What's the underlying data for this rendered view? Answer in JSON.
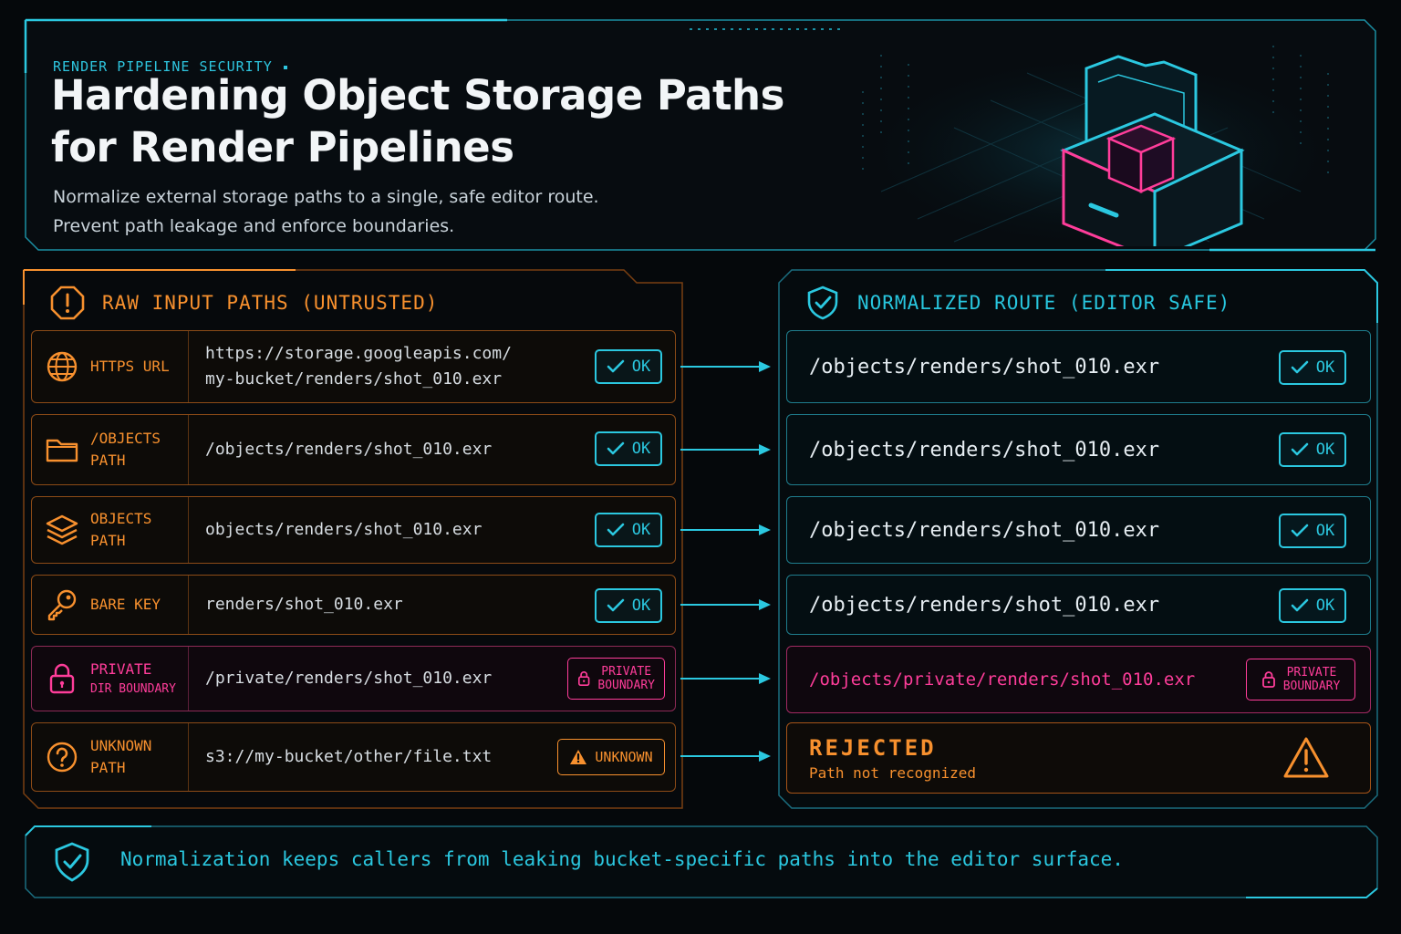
{
  "header": {
    "kicker": "RENDER PIPELINE SECURITY",
    "title_line1": "Hardening Object Storage Paths",
    "title_line2": "for Render Pipelines",
    "subtitle_line1": "Normalize external storage paths to a single, safe editor route.",
    "subtitle_line2": "Prevent path leakage and enforce boundaries."
  },
  "left_panel": {
    "heading": "RAW INPUT PATHS (UNTRUSTED)",
    "rows": [
      {
        "label_line1": "HTTPS URL",
        "label_line2": "",
        "icon": "globe-icon",
        "value_line1": "https://storage.googleapis.com/",
        "value_line2": "my-bucket/renders/shot_010.exr",
        "badge": "OK"
      },
      {
        "label_line1": "/OBJECTS",
        "label_line2": "PATH",
        "icon": "folder-icon",
        "value_line1": "/objects/renders/shot_010.exr",
        "badge": "OK"
      },
      {
        "label_line1": "OBJECTS",
        "label_line2": "PATH",
        "icon": "layers-icon",
        "value_line1": "objects/renders/shot_010.exr",
        "badge": "OK"
      },
      {
        "label_line1": "BARE KEY",
        "label_line2": "",
        "icon": "key-icon",
        "value_line1": "renders/shot_010.exr",
        "badge": "OK"
      },
      {
        "label_line1": "PRIVATE",
        "label_line2": "DIR BOUNDARY",
        "icon": "lock-icon",
        "value_line1": "/private/renders/shot_010.exr",
        "badge_line1": "PRIVATE",
        "badge_line2": "BOUNDARY"
      },
      {
        "label_line1": "UNKNOWN",
        "label_line2": "PATH",
        "icon": "question-icon",
        "value_line1": "s3://my-bucket/other/file.txt",
        "badge": "UNKNOWN"
      }
    ]
  },
  "right_panel": {
    "heading": "NORMALIZED ROUTE (EDITOR SAFE)",
    "rows": [
      {
        "value": "/objects/renders/shot_010.exr",
        "badge": "OK"
      },
      {
        "value": "/objects/renders/shot_010.exr",
        "badge": "OK"
      },
      {
        "value": "/objects/renders/shot_010.exr",
        "badge": "OK"
      },
      {
        "value": "/objects/renders/shot_010.exr",
        "badge": "OK"
      },
      {
        "value": "/objects/private/renders/shot_010.exr",
        "badge_line1": "PRIVATE",
        "badge_line2": "BOUNDARY"
      },
      {
        "title": "REJECTED",
        "subtitle": "Path not recognized"
      }
    ]
  },
  "footer": {
    "text": "Normalization keeps callers from leaking bucket-specific paths into the editor surface."
  },
  "colors": {
    "background": "#05080b",
    "cyan": "#2bc8e0",
    "orange": "#f7902e",
    "pink": "#ff3d9a"
  }
}
